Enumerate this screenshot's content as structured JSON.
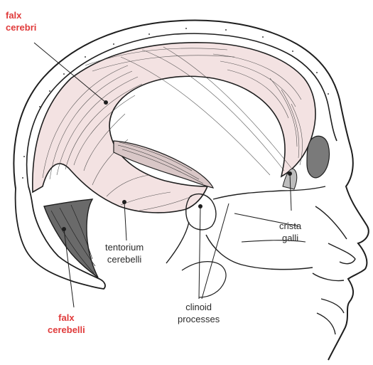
{
  "diagram": {
    "labels": {
      "falx_cerebri": [
        "falx",
        "cerebri"
      ],
      "tentorium_cerebelli": [
        "tentorium",
        "cerebelli"
      ],
      "crista_galli": [
        "crista",
        "galli"
      ],
      "clinoid_processes": [
        "clinoid",
        "processes"
      ],
      "falx_cerebelli": [
        "falx",
        "cerebelli"
      ]
    },
    "colors": {
      "highlight_label": "#e03a3a",
      "label": "#2b2b2b",
      "line": "#1e1e1e",
      "membrane_fill": "#f3e2e2"
    }
  }
}
